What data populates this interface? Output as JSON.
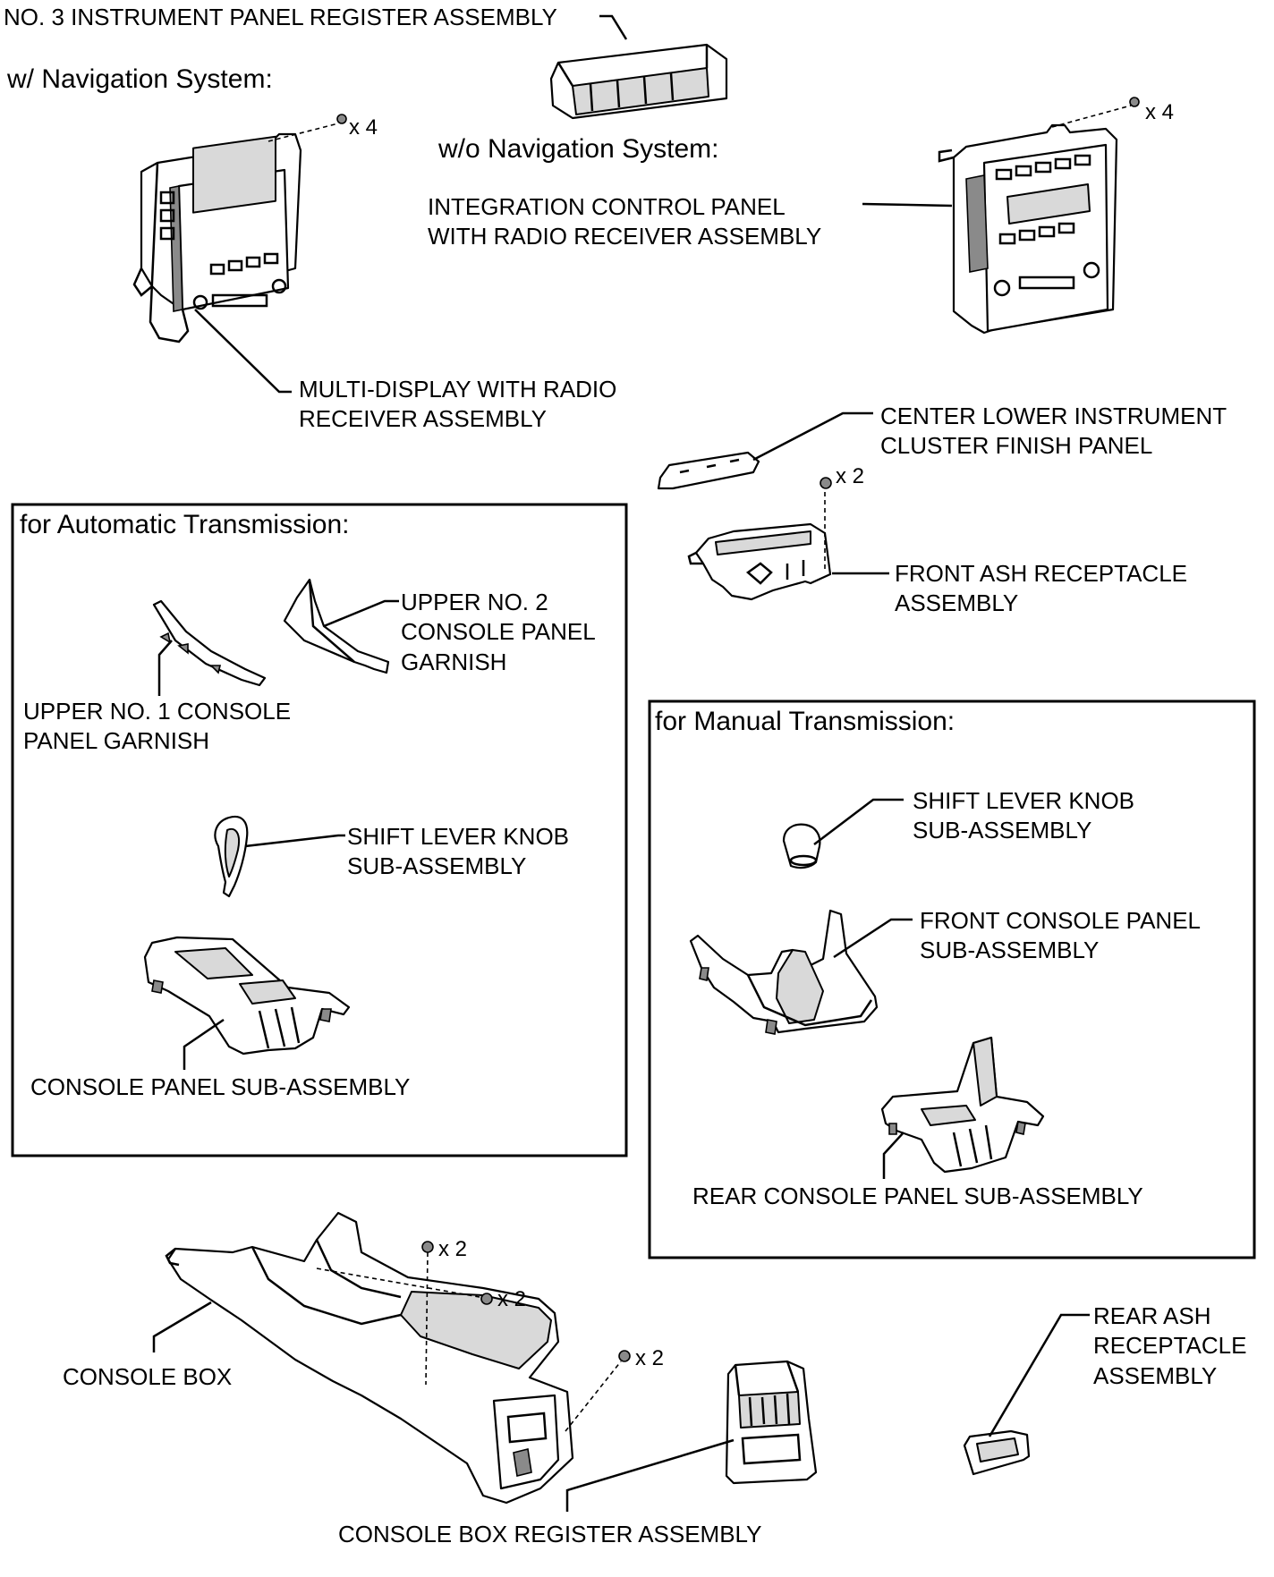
{
  "sections": {
    "nav": "w/ Navigation System:",
    "no_nav": "w/o Navigation System:",
    "automatic": "for Automatic Transmission:",
    "manual": "for Manual Transmission:"
  },
  "labels": {
    "register_no3": "NO. 3 INSTRUMENT PANEL REGISTER ASSEMBLY",
    "multi_display_1": "MULTI-DISPLAY WITH RADIO",
    "multi_display_2": "RECEIVER ASSEMBLY",
    "integration_1": "INTEGRATION CONTROL PANEL",
    "integration_2": "WITH RADIO RECEIVER ASSEMBLY",
    "center_lower_1": "CENTER LOWER INSTRUMENT",
    "center_lower_2": "CLUSTER FINISH PANEL",
    "front_ash_1": "FRONT ASH RECEPTACLE",
    "front_ash_2": "ASSEMBLY",
    "upper_no2_1": "UPPER NO. 2",
    "upper_no2_2": "CONSOLE PANEL",
    "upper_no2_3": "GARNISH",
    "upper_no1_1": "UPPER NO. 1 CONSOLE",
    "upper_no1_2": "PANEL GARNISH",
    "shift_at_1": "SHIFT LEVER KNOB",
    "shift_at_2": "SUB-ASSEMBLY",
    "console_panel": "CONSOLE PANEL SUB-ASSEMBLY",
    "shift_mt_1": "SHIFT LEVER KNOB",
    "shift_mt_2": "SUB-ASSEMBLY",
    "front_console_1": "FRONT CONSOLE PANEL",
    "front_console_2": "SUB-ASSEMBLY",
    "rear_console": "REAR CONSOLE PANEL SUB-ASSEMBLY",
    "console_box": "CONSOLE BOX",
    "rear_ash_1": "REAR ASH",
    "rear_ash_2": "RECEPTACLE",
    "rear_ash_3": "ASSEMBLY",
    "console_register": "CONSOLE BOX REGISTER ASSEMBLY"
  },
  "quantities": {
    "nav_screws": "x 4",
    "no_nav_screws": "x 4",
    "front_ash_screws": "x 2",
    "console_screws_a": "x 2",
    "console_screws_b": "x 2",
    "console_screws_c": "x 2"
  }
}
